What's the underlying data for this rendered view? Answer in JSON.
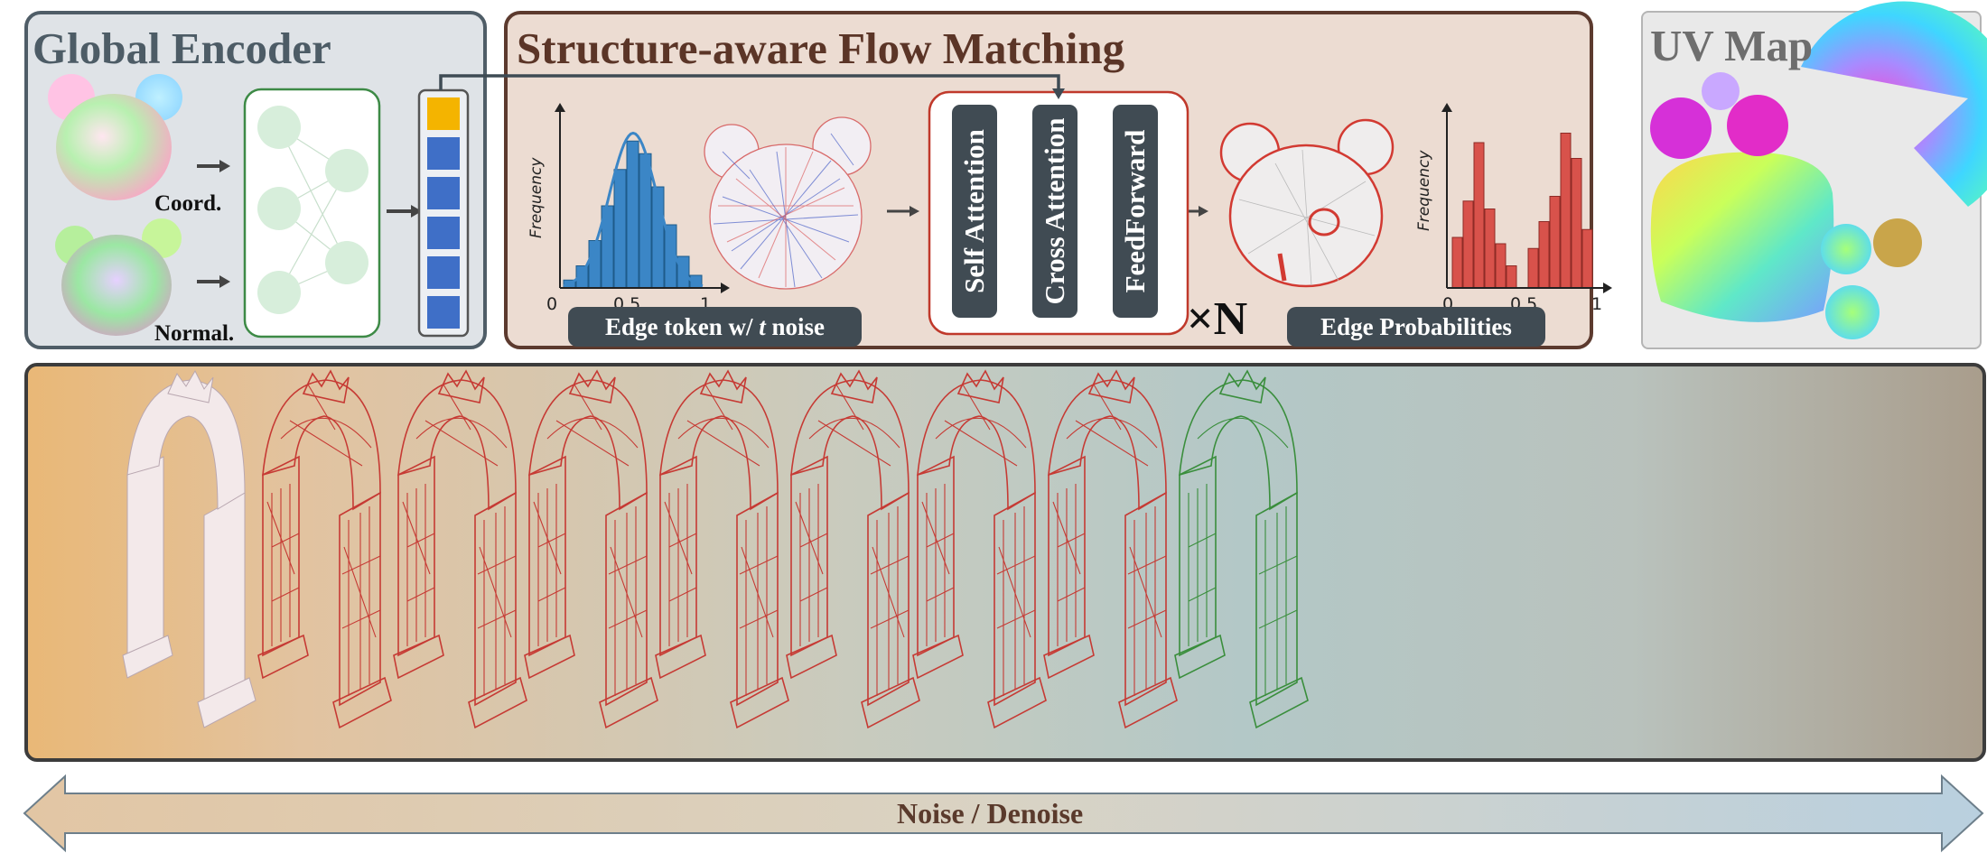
{
  "encoder": {
    "title": "Global Encoder",
    "coord_label": "Coord.",
    "normal_label": "Normal."
  },
  "flow": {
    "title": "Structure-aware Flow Matching",
    "edge_token_prefix": "Edge token w/ ",
    "edge_token_t": "t",
    "edge_token_suffix": " noise",
    "edge_prob_label": "Edge Probabilities",
    "block_labels": [
      "Self Attention",
      "Cross Attention",
      "FeedForward"
    ],
    "repeat_label": "×N",
    "freq_label": "Frequency",
    "x_ticks": [
      "0",
      "0.5",
      "1"
    ],
    "noise_hist": [
      0.05,
      0.14,
      0.3,
      0.52,
      0.75,
      0.93,
      0.85,
      0.64,
      0.4,
      0.2,
      0.08
    ],
    "prob_hist": [
      0.32,
      0.55,
      0.92,
      0.5,
      0.28,
      0.14,
      0.0,
      0.25,
      0.42,
      0.58,
      0.98,
      0.82,
      0.37
    ],
    "noise_color": "#3b86c6",
    "prob_color": "#d8524b"
  },
  "uv": {
    "title": "UV Map"
  },
  "bottom": {
    "arrow_label": "Noise / Denoise",
    "wire_colors": {
      "noisy": "#c63a34",
      "clean": "#3a8e3c",
      "mesh": "#f3e9ea"
    }
  }
}
